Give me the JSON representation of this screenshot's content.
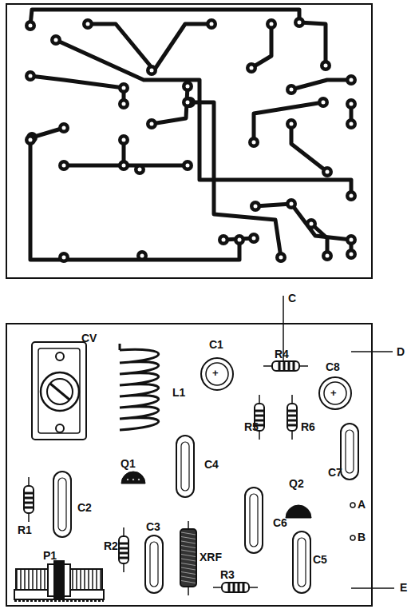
{
  "diagram": {
    "labels": [
      "C",
      "R4",
      "D",
      "CV",
      "L1",
      "C1",
      "+",
      "C8",
      "+",
      "R5",
      "R6",
      "C4",
      "C7",
      "Q1",
      "Q2",
      "A",
      "R1",
      "C2",
      "C6",
      "B",
      "R2",
      "C3",
      "XRF",
      "C5",
      "P1",
      "R3",
      "E"
    ]
  }
}
